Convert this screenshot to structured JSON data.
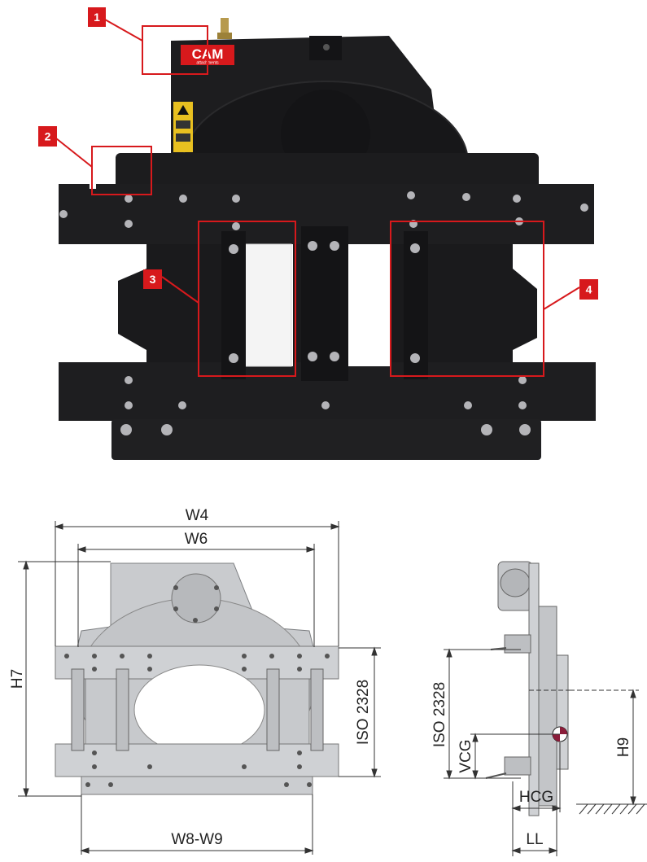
{
  "photo": {
    "brand_text": "CAM",
    "brand_subtext": "attachments",
    "callouts": [
      "1",
      "2",
      "3",
      "4"
    ]
  },
  "front_view": {
    "labels": {
      "w4": "W4",
      "w6": "W6",
      "h7": "H7",
      "iso": "ISO 2328",
      "w8w9": "W8-W9"
    }
  },
  "side_view": {
    "labels": {
      "iso": "ISO 2328",
      "vcg": "VCG",
      "h9": "H9",
      "hcg": "HCG",
      "ll": "LL"
    }
  },
  "colors": {
    "callout_red": "#d7191c",
    "body_black": "#1c1c1e",
    "drawing_grey": "#c9cbce"
  }
}
